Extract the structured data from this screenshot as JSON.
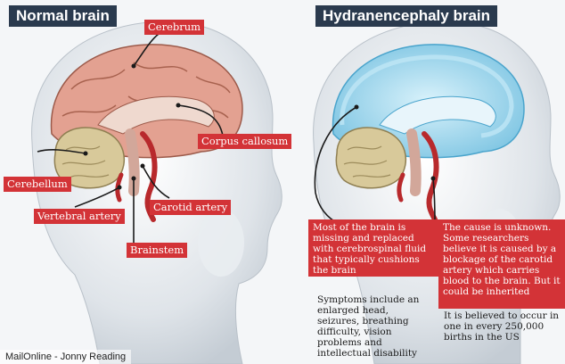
{
  "panels": {
    "normal": {
      "title": "Normal brain"
    },
    "hydra": {
      "title": "Hydranencephaly brain"
    }
  },
  "labels": {
    "cerebrum": "Cerebrum",
    "corpus_callosum": "Corpus callosum",
    "cerebellum": "Cerebellum",
    "vertebral_artery": "Vertebral artery",
    "carotid_artery": "Carotid artery",
    "brainstem": "Brainstem"
  },
  "callouts": {
    "missing": "Most of the brain is missing and replaced with cerebrospinal fluid that typically cushions the brain",
    "cause": "The cause is unknown. Some researchers believe it is caused by a blockage of the carotid artery which carries blood to the brain. But it could be inherited"
  },
  "notes": {
    "symptoms": "Symptoms include an enlarged head, seizures, breathing difficulty, vision problems and intellectual disability",
    "occurrence": "It is believed to occur in one in every 250,000 births in the US"
  },
  "credit": "MailOnline - Jonny Reading",
  "colors": {
    "label_bg": "#d33337",
    "title_bg": "#2a3a4e",
    "cerebrum": "#e3a191",
    "fluid": "#8ccde6",
    "cerebellum": "#d8c99a",
    "artery": "#b8292c"
  }
}
